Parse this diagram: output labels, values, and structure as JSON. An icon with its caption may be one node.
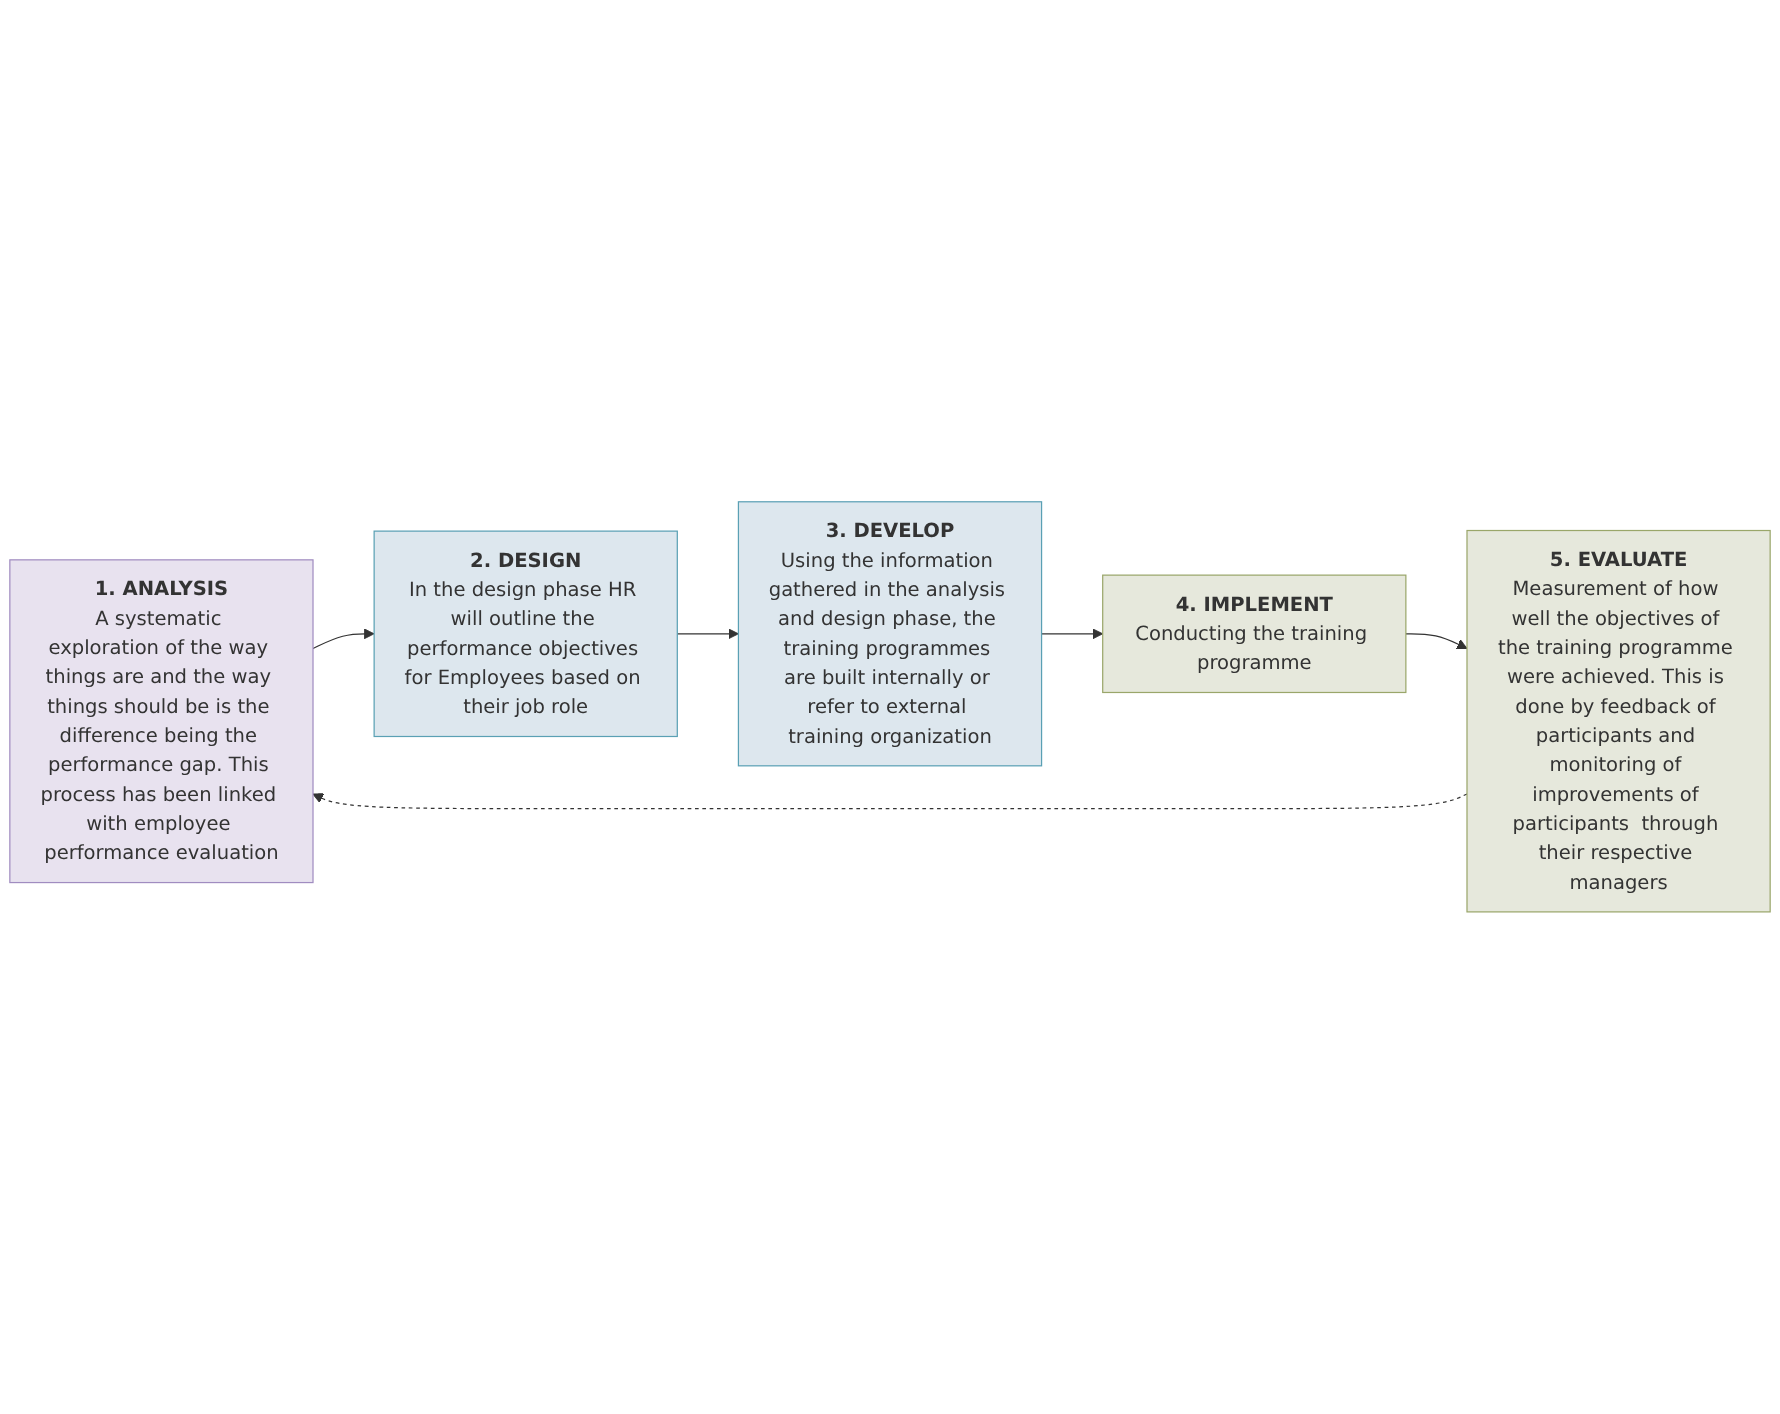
{
  "diagram": {
    "nodes": [
      {
        "text": [
          "1. ANALYSIS",
          "A systematic exploration of the way things are and the way things should be is the difference being the performance gap. This process has been linked with employee performance evaluation"
        ]
      },
      {
        "text": [
          "2. DESIGN",
          "In the design phase HR will outline the performance objectives for Employees based on their job role"
        ]
      },
      {
        "text": [
          "3. DEVELOP",
          "Using the information gathered in the analysis and design phase, the training programmes are built internally or refer to external training organization"
        ]
      },
      {
        "text": [
          "4. IMPLEMENT",
          "Conducting the training programme"
        ]
      },
      {
        "text": [
          "5. EVALUATE",
          "Measurement of how well the objectives of the training programme were achieved. This is done by feedback of participants and monitoring of improvements of participants  through their respective managers"
        ]
      }
    ],
    "edges": [
      {
        "from": 0,
        "to": 1,
        "arrow": "to"
      },
      {
        "from": 1,
        "to": 2,
        "arrow": "to"
      },
      {
        "from": 2,
        "to": 3,
        "arrow": "to"
      },
      {
        "from": 3,
        "to": 4,
        "arrow": "to"
      },
      {
        "from": 4,
        "to": 0,
        "arrow": "to",
        "style": "dashed"
      }
    ]
  }
}
